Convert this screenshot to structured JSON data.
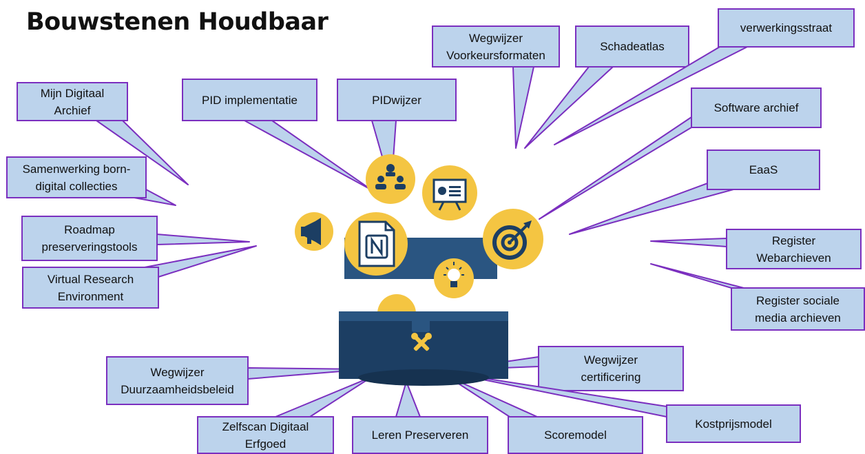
{
  "title": "Bouwstenen Houdbaar",
  "colors": {
    "callout_fill": "#bcd3ec",
    "callout_border": "#7b2fbf",
    "chest_dark": "#1c3e63",
    "chest_mid": "#2a5581",
    "icon_yellow": "#f4c542",
    "icon_navy": "#1c3e63"
  },
  "icons": [
    "people-icon",
    "presentation-board-icon",
    "megaphone-icon",
    "nfc-document-icon",
    "target-icon",
    "lightbulb-icon",
    "tools-icon"
  ],
  "callouts": [
    {
      "id": "mijn-digitaal-archief",
      "text": "Mijn Digitaal\nArchief"
    },
    {
      "id": "pid-implementatie",
      "text": "PID implementatie"
    },
    {
      "id": "pidwijzer",
      "text": "PIDwijzer"
    },
    {
      "id": "wegwijzer-voorkeursformaten",
      "text": "Wegwijzer\nVoorkeursformaten"
    },
    {
      "id": "schadeatlas",
      "text": "Schadeatlas"
    },
    {
      "id": "verwerkingsstraat",
      "text": "verwerkingsstraat"
    },
    {
      "id": "software-archief",
      "text": "Software archief"
    },
    {
      "id": "eaas",
      "text": "EaaS"
    },
    {
      "id": "samenwerking-born-digital",
      "text": "Samenwerking born-\ndigital collecties"
    },
    {
      "id": "roadmap-preserveringstools",
      "text": "Roadmap\npreserveringstools"
    },
    {
      "id": "virtual-research-environment",
      "text": "Virtual Research\nEnvironment"
    },
    {
      "id": "register-webarchieven",
      "text": "Register\nWebarchieven"
    },
    {
      "id": "register-sociale-media",
      "text": "Register sociale\nmedia archieven"
    },
    {
      "id": "wegwijzer-duurzaamheidsbeleid",
      "text": "Wegwijzer\nDuurzaamheidsbeleid"
    },
    {
      "id": "wegwijzer-certificering",
      "text": "Wegwijzer\ncertificering"
    },
    {
      "id": "kostprijsmodel",
      "text": "Kostprijsmodel"
    },
    {
      "id": "zelfscan-digitaal-erfgoed",
      "text": "Zelfscan Digitaal\nErfgoed"
    },
    {
      "id": "leren-preserveren",
      "text": "Leren Preserveren"
    },
    {
      "id": "scoremodel",
      "text": "Scoremodel"
    }
  ]
}
